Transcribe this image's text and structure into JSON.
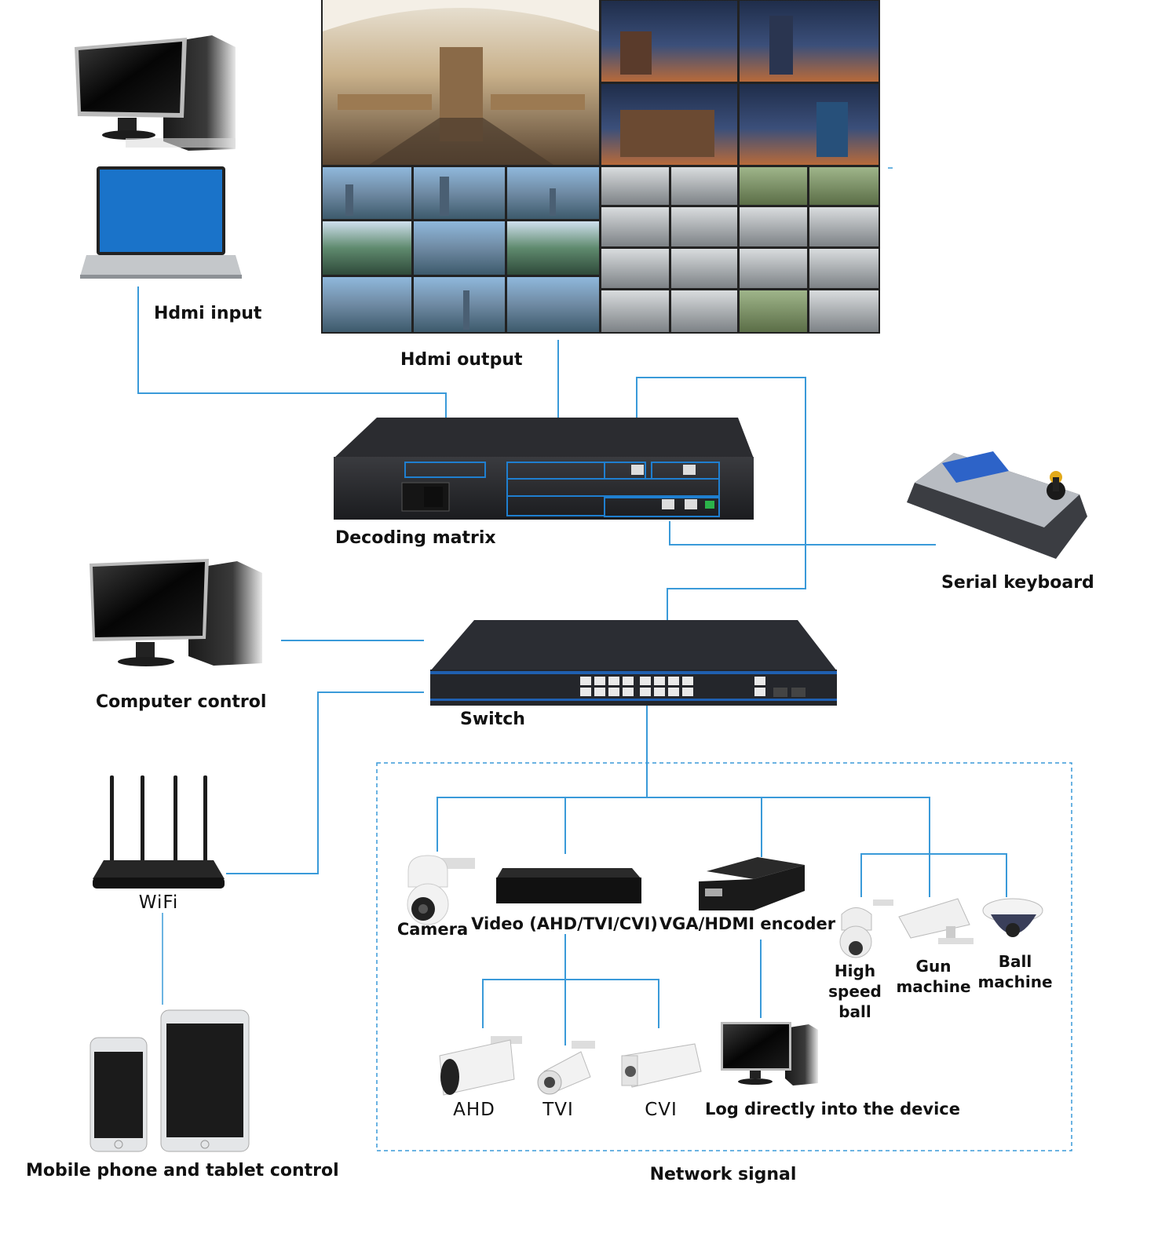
{
  "labels": {
    "hdmi_input": "Hdmi input",
    "hdmi_output": "Hdmi output",
    "decoding_matrix": "Decoding matrix",
    "serial_keyboard": "Serial keyboard",
    "computer_control": "Computer control",
    "switch": "Switch",
    "wifi": "WiFi",
    "mobile_tablet": "Mobile phone and tablet control",
    "camera": "Camera",
    "video": "Video (AHD/TVI/CVI)",
    "encoder": "VGA/HDMI encoder",
    "high_speed_ball": "High speed ball",
    "gun_machine": "Gun machine",
    "ball_machine": "Ball machine",
    "ahd": "AHD",
    "tvi": "TVI",
    "cvi": "CVI",
    "log_directly": "Log directly into the device",
    "network_signal": "Network signal"
  },
  "colors": {
    "connector": "#3a9ad9",
    "device_dark": "#1e1f22",
    "port_highlight": "#1f7fd0",
    "screen_blue": "#1a73c9",
    "label": "#111111"
  },
  "icons": [
    "desktop-pc-icon",
    "laptop-icon",
    "video-wall",
    "decoder-chassis",
    "keyboard-controller-icon",
    "network-switch",
    "router-icon",
    "smartphone-icon",
    "tablet-icon",
    "ptz-camera-icon",
    "dvr-icon",
    "encoder-icon",
    "speed-dome-icon",
    "bullet-camera-icon",
    "dome-camera-icon"
  ]
}
